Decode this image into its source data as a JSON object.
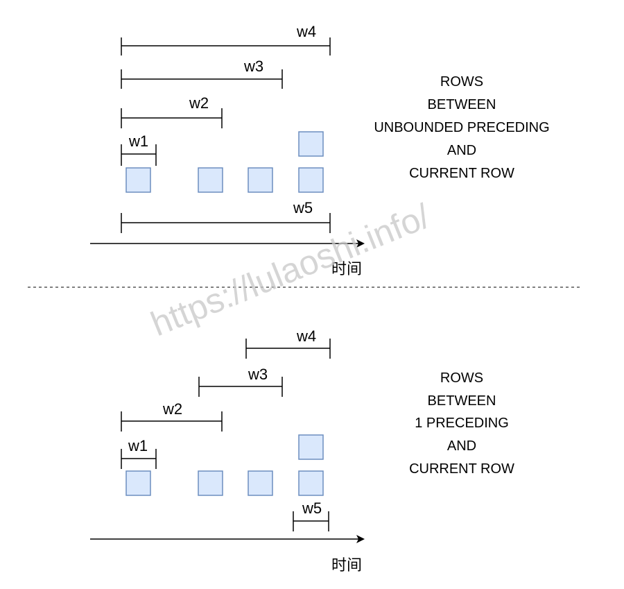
{
  "watermark": "https://lulaoshi.info/",
  "top_panel": {
    "windows": [
      "w4",
      "w3",
      "w2",
      "w1",
      "w5"
    ],
    "description": [
      "ROWS",
      "BETWEEN",
      "UNBOUNDED PRECEDING",
      "AND",
      "CURRENT ROW"
    ],
    "axis_label": "时间"
  },
  "bottom_panel": {
    "windows": [
      "w4",
      "w3",
      "w2",
      "w1",
      "w5"
    ],
    "description": [
      "ROWS",
      "BETWEEN",
      "1 PRECEDING",
      "AND",
      "CURRENT ROW"
    ],
    "axis_label": "时间"
  },
  "colors": {
    "box_fill": "#dae8fc",
    "box_stroke": "#6c8ebf",
    "line": "#000000",
    "watermark": "#c8c8c8"
  }
}
